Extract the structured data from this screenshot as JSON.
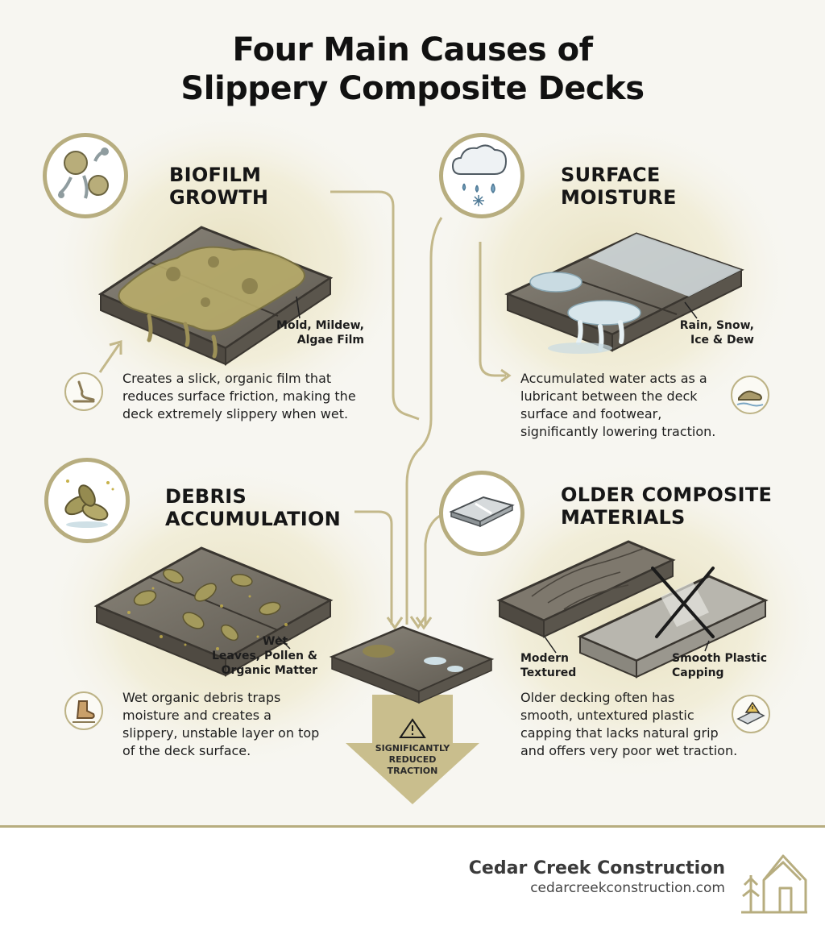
{
  "title_line1": "Four Main Causes of",
  "title_line2": "Slippery Composite Decks",
  "biofilm": {
    "heading_line1": "BIOFILM",
    "heading_line2": "GROWTH",
    "caption_line1": "Mold, Mildew,",
    "caption_line2": "Algae Film",
    "desc_line1": "Creates a slick, organic film that",
    "desc_line2": "reduces surface friction, making the",
    "desc_line3": "deck extremely slippery when wet."
  },
  "moisture": {
    "heading_line1": "SURFACE",
    "heading_line2": "MOISTURE",
    "caption_line1": "Rain, Snow,",
    "caption_line2": "Ice & Dew",
    "desc_line1": "Accumulated water acts as a",
    "desc_line2": "lubricant between the deck",
    "desc_line3": "surface and footwear,",
    "desc_line4": "significantly lowering traction."
  },
  "debris": {
    "heading_line1": "DEBRIS",
    "heading_line2": "ACCUMULATION",
    "caption_line1": "Wet",
    "caption_line2": "Leaves, Pollen &",
    "caption_line3": "Organic Matter",
    "desc_line1": "Wet organic debris traps",
    "desc_line2": "moisture and creates a",
    "desc_line3": "slippery, unstable layer on top",
    "desc_line4": "of the deck surface."
  },
  "older": {
    "heading_line1": "OLDER COMPOSITE",
    "heading_line2": "MATERIALS",
    "caption_left_line1": "Modern",
    "caption_left_line2": "Textured",
    "caption_right_line1": "Smooth Plastic",
    "caption_right_line2": "Capping",
    "desc_line1": "Older decking often has",
    "desc_line2": "smooth, untextured plastic",
    "desc_line3": "capping that lacks natural grip",
    "desc_line4": "and offers very poor wet traction."
  },
  "result": {
    "label_line1": "SIGNIFICANTLY",
    "label_line2": "REDUCED",
    "label_line3": "TRACTION"
  },
  "footer": {
    "company": "Cedar Creek Construction",
    "website": "cedarcreekconstruction.com"
  },
  "colors": {
    "accent": "#b7ad7f",
    "glow": "#e9e3c4",
    "deck": "#6f6a60"
  }
}
